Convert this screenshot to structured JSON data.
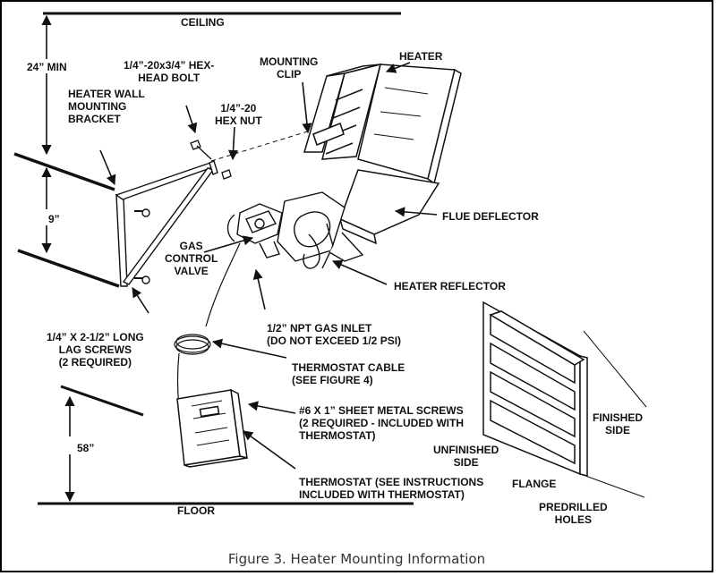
{
  "labels": {
    "ceiling": "CEILING",
    "min_24": "24” MIN",
    "hex_bolt": "1/4”-20x3/4” HEX-\nHEAD BOLT",
    "mounting_clip": "MOUNTING\nCLIP",
    "heater": "HEATER",
    "wall_bracket": "HEATER WALL\nMOUNTING\nBRACKET",
    "hex_nut": "1/4”-20\nHEX NUT",
    "nine_in": "9”",
    "flue_deflector": "FLUE DEFLECTOR",
    "gas_valve": "GAS\nCONTROL\nVALVE",
    "heater_reflector": "HEATER REFLECTOR",
    "gas_inlet": "1/2” NPT GAS INLET\n(DO NOT EXCEED 1/2 PSI)",
    "lag_screws": "1/4” X 2-1/2” LONG\nLAG SCREWS\n(2 REQUIRED)",
    "thermostat_cable": "THERMOSTAT CABLE\n(SEE FIGURE 4)",
    "sheet_metal_screws": "#6 X 1” SHEET METAL SCREWS\n(2 REQUIRED - INCLUDED WITH\nTHERMOSTAT)",
    "finished_side": "FINISHED\nSIDE",
    "unfinished_side": "UNFINISHED\nSIDE",
    "min_58": "58”",
    "flange": "FLANGE",
    "thermostat": "THERMOSTAT (SEE INSTRUCTIONS\nINCLUDED WITH THERMOSTAT)",
    "predrilled_holes": "PREDRILLED\nHOLES",
    "floor": "FLOOR"
  },
  "caption": "Figure 3. Heater Mounting Information",
  "colors": {
    "line": "#111111",
    "caption": "#333333"
  }
}
